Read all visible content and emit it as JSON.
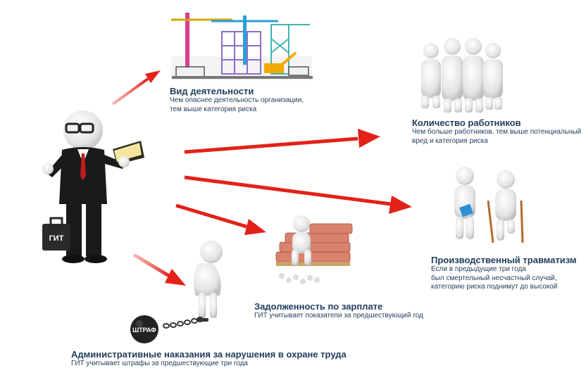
{
  "inspector": {
    "case_label": "ГИТ"
  },
  "factors": [
    {
      "id": "activity",
      "title": "Вид деятельности",
      "desc_lines": [
        "Чем опаснее деятельность организации,",
        "тем выше категория риска"
      ]
    },
    {
      "id": "workers",
      "title": "Количество работников",
      "desc_lines": [
        "Чем больше работников, тем выше потенциальный",
        "вред и категория риска"
      ]
    },
    {
      "id": "injuries",
      "title": "Производственный травматизм",
      "desc_lines": [
        "Если  в предыдущие три года",
        "был смертельный несчастный случай,",
        "категорию риска поднимут до высокой"
      ]
    },
    {
      "id": "salary",
      "title": "Задолженность по зарплате",
      "desc_lines": [
        "ГИТ учитывает показатели за предшествующий год"
      ]
    },
    {
      "id": "penalties",
      "title": "Административные наказания за нарушения в охране труда",
      "desc_lines": [
        "ГИТ учитывает штрафы за предшествующие три года"
      ]
    }
  ],
  "fine_ball_label": "ШТРАФ",
  "colors": {
    "arrow": "#e32119",
    "text": "#1f3c5a",
    "figure": "#e6e6e6",
    "suit": "#1a1a1a",
    "money": "#d9826e"
  }
}
